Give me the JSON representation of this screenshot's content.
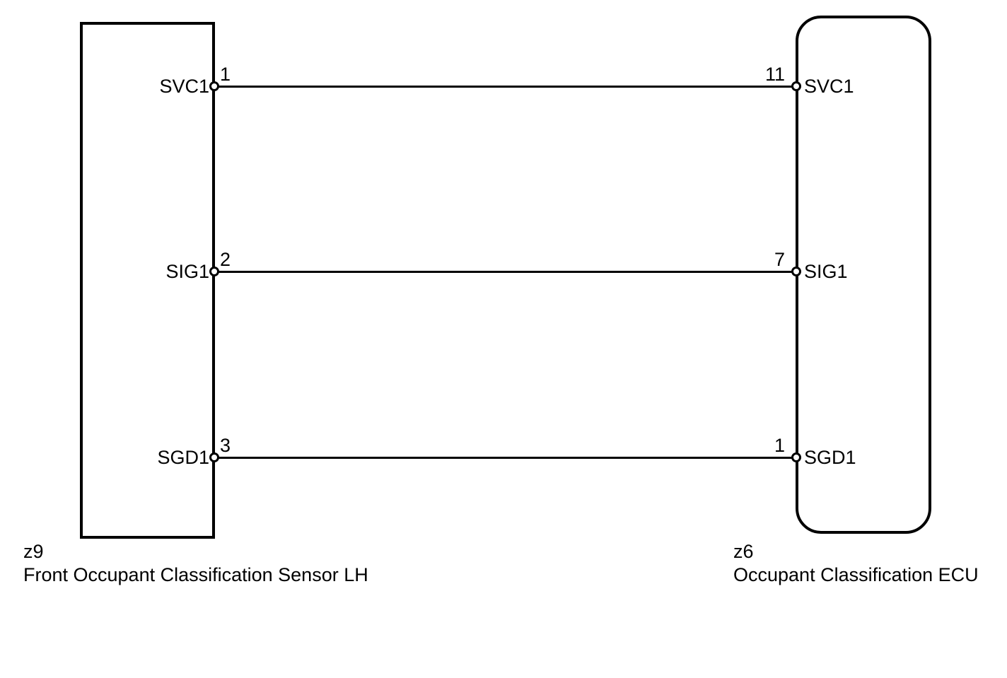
{
  "diagram": {
    "type": "wiring-diagram",
    "colors": {
      "line": "#000000",
      "background": "#ffffff"
    },
    "left_component": {
      "code": "z9",
      "name": "Front Occupant Classification Sensor LH",
      "pins": [
        {
          "number": "1",
          "label": "SVC1"
        },
        {
          "number": "2",
          "label": "SIG1"
        },
        {
          "number": "3",
          "label": "SGD1"
        }
      ]
    },
    "right_component": {
      "code": "z6",
      "name": "Occupant Classification ECU",
      "pins": [
        {
          "number": "11",
          "label": "SVC1"
        },
        {
          "number": "7",
          "label": "SIG1"
        },
        {
          "number": "1",
          "label": "SGD1"
        }
      ]
    },
    "connections": [
      {
        "from": "z9 pin 1 (SVC1)",
        "to": "z6 pin 11 (SVC1)"
      },
      {
        "from": "z9 pin 2 (SIG1)",
        "to": "z6 pin 7 (SIG1)"
      },
      {
        "from": "z9 pin 3 (SGD1)",
        "to": "z6 pin 1 (SGD1)"
      }
    ]
  }
}
